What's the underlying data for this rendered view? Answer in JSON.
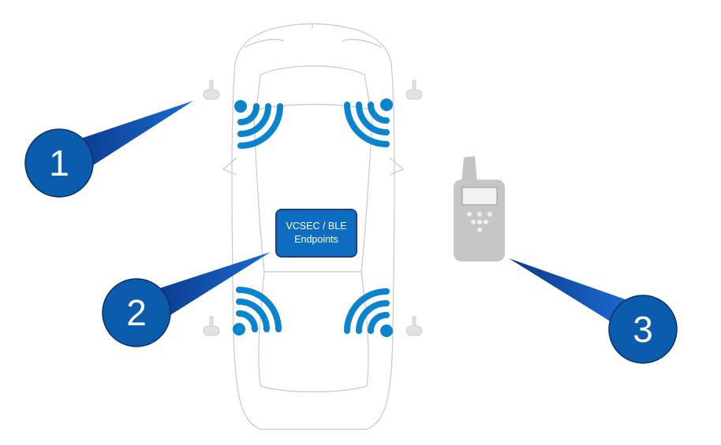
{
  "endpoint_label": "VCSEC / BLE\nEndpoints",
  "callouts": [
    "1",
    "2",
    "3"
  ],
  "colors": {
    "accent": "#0A84CF",
    "callout": "#0B5CAD",
    "box": "#0E6DC0"
  }
}
